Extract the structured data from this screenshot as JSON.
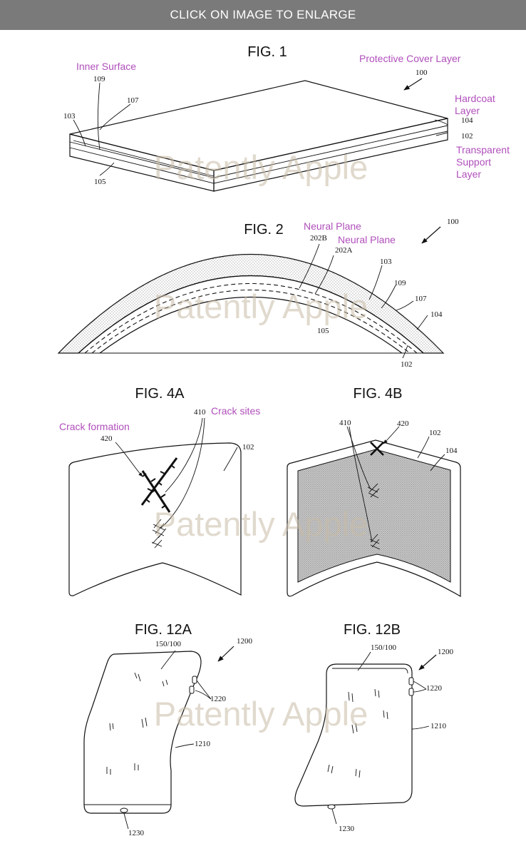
{
  "banner": {
    "text": "CLICK ON IMAGE TO ENLARGE"
  },
  "watermark": {
    "text": "Patently Apple"
  },
  "colors": {
    "annotation": "#b04fbb",
    "watermark": "#c8bba6",
    "banner_bg": "#7a7a7a",
    "line": "#111111",
    "stipple": "#9a9a9a"
  },
  "fig1": {
    "title": "FIG. 1",
    "labels": {
      "inner_surface": "Inner Surface",
      "protective_cover_layer": "Protective Cover Layer",
      "hardcoat_1": "Hardcoat",
      "hardcoat_2": "Layer",
      "transparent_1": "Transparent",
      "transparent_2": "Support",
      "transparent_3": "Layer"
    },
    "refs": {
      "r109": "109",
      "r107": "107",
      "r103": "103",
      "r100": "100",
      "r104": "104",
      "r102": "102",
      "r105": "105"
    }
  },
  "fig2": {
    "title": "FIG. 2",
    "labels": {
      "neural_plane_b": "Neural Plane",
      "neural_plane_a": "Neural Plane"
    },
    "refs": {
      "r100": "100",
      "r202B": "202B",
      "r202A": "202A",
      "r103": "103",
      "r109": "109",
      "r107": "107",
      "r104": "104",
      "r105": "105",
      "r102": "102"
    }
  },
  "fig4a": {
    "title": "FIG. 4A",
    "labels": {
      "crack_formation": "Crack formation",
      "crack_sites": "Crack sites"
    },
    "refs": {
      "r420": "420",
      "r410": "410",
      "r102": "102"
    }
  },
  "fig4b": {
    "title": "FIG. 4B",
    "refs": {
      "r410": "410",
      "r420": "420",
      "r102": "102",
      "r104": "104"
    }
  },
  "fig12a": {
    "title": "FIG. 12A",
    "refs": {
      "r150": "150/100",
      "r1200": "1200",
      "r1220": "1220",
      "r1210": "1210",
      "r1230": "1230"
    }
  },
  "fig12b": {
    "title": "FIG. 12B",
    "refs": {
      "r150": "150/100",
      "r1200": "1200",
      "r1220": "1220",
      "r1210": "1210",
      "r1230": "1230"
    }
  }
}
